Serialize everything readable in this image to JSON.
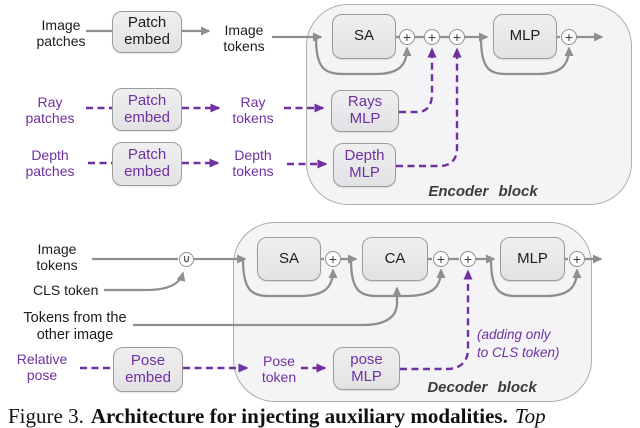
{
  "symbols": {
    "plus": "+",
    "union": "∪"
  },
  "encoder": {
    "rows": [
      {
        "patches": "Image\npatches",
        "embed": "Patch\nembed",
        "tokens": "Image\ntokens"
      },
      {
        "patches": "Ray\npatches",
        "embed": "Patch\nembed",
        "tokens": "Ray\ntokens"
      },
      {
        "patches": "Depth\npatches",
        "embed": "Patch\nembed",
        "tokens": "Depth\ntokens"
      }
    ],
    "sa": "SA",
    "mlp": "MLP",
    "rays_mlp": "Rays\nMLP",
    "depth_mlp": "Depth\nMLP",
    "block_label": "Encoder block"
  },
  "decoder": {
    "image_tokens": "Image\ntokens",
    "cls_token": "CLS token",
    "sa": "SA",
    "ca": "CA",
    "mlp": "MLP",
    "tokens_from_other": "Tokens from the\nother image",
    "relative_pose": "Relative\npose",
    "pose_embed": "Pose\nembed",
    "pose_token": "Pose\ntoken",
    "pose_mlp": "pose\nMLP",
    "note": "(adding only\nto CLS token)",
    "block_label": "Decoder block"
  },
  "caption": {
    "figure": "Figure 3.",
    "title": "Architecture for injecting auxiliary modalities.",
    "tail": "Top"
  },
  "colors": {
    "purple": "#7030A0",
    "line_gray": "#8f8f8f"
  }
}
